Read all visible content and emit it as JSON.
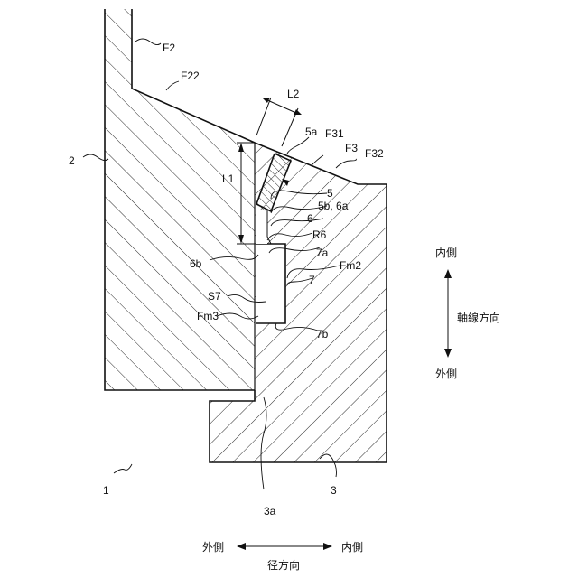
{
  "labels": {
    "F2": "F2",
    "F22": "F22",
    "L2": "L2",
    "5a": "5a",
    "F31": "F31",
    "F3": "F3",
    "F32": "F32",
    "2": "2",
    "L1": "L1",
    "5": "5",
    "5b6a": "5b, 6a",
    "6": "6",
    "R6": "R6",
    "7a": "7a",
    "6b": "6b",
    "Fm2": "Fm2",
    "7": "7",
    "S7": "S7",
    "Fm3": "Fm3",
    "7b": "7b",
    "3": "3",
    "1": "1",
    "3a": "3a"
  },
  "axis_axial": {
    "inner": "内側",
    "title": "軸線方向",
    "outer": "外側"
  },
  "axis_radial": {
    "outer": "外側",
    "inner": "内側",
    "title": "径方向"
  }
}
